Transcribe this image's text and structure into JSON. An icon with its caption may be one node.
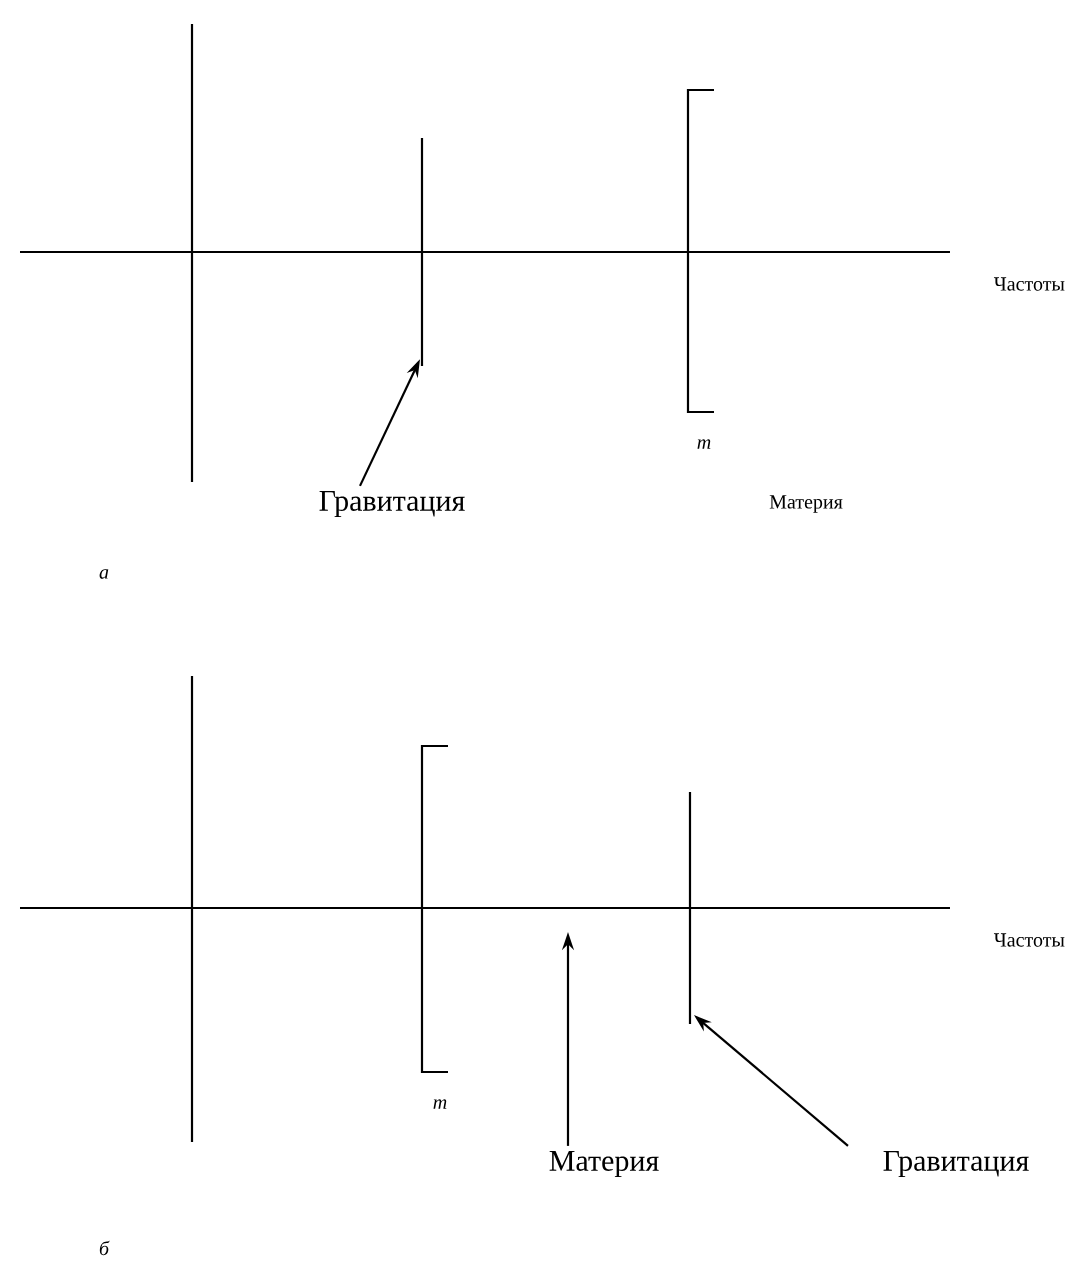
{
  "diagram": {
    "nodes": [
      {
        "text": [
          "Гравитация"
        ]
      },
      {
        "text": [],
        "shape": "bar"
      },
      {
        "text": [
          "Гравитация"
        ]
      },
      {
        "text": [],
        "shape": "bar"
      },
      {
        "text": [
          "Материя"
        ]
      }
    ],
    "edges": [
      {
        "from": 0,
        "to": 1,
        "arrow": "to"
      },
      {
        "from": 2,
        "to": 3,
        "arrow": "to"
      },
      {
        "from": 4,
        "to": null,
        "arrow": "to"
      }
    ],
    "labels": [
      "Частоты",
      "m",
      "Материя",
      "а",
      "Частоты",
      "m",
      "б"
    ]
  }
}
